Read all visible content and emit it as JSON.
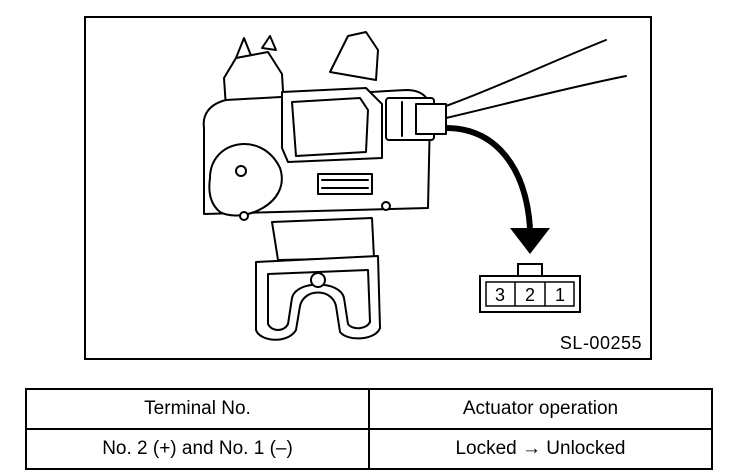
{
  "figure": {
    "code": "SL-00255",
    "connector_terminals": [
      "3",
      "2",
      "1"
    ]
  },
  "table": {
    "headers": [
      "Terminal No.",
      "Actuator operation"
    ],
    "rows": [
      [
        "No. 2 (+) and No. 1 (–)",
        "Locked → Unlocked"
      ]
    ]
  }
}
